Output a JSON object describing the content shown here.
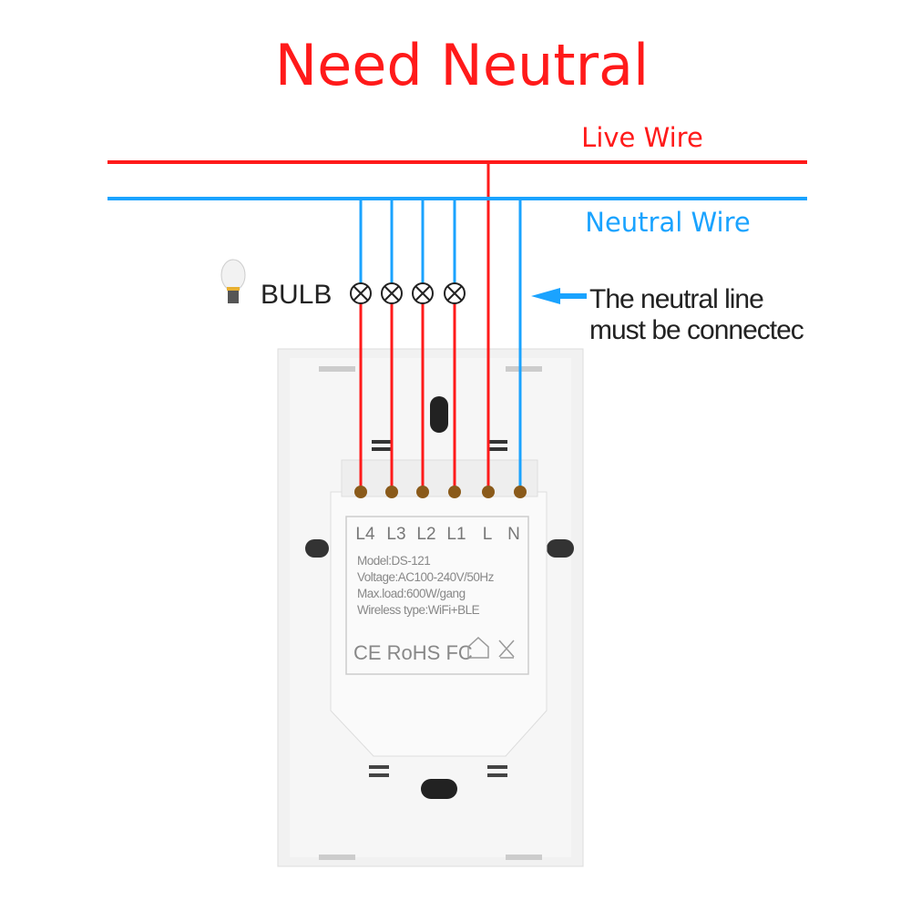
{
  "title": "Need Neutral",
  "wires": {
    "live": "Live Wire",
    "neutral": "Neutral Wire",
    "live_color": "#ff1a1a",
    "neutral_color": "#1aa3ff"
  },
  "bulb_label": "BULB",
  "note": {
    "line1": "The neutral line",
    "line2": "must be connectec"
  },
  "terminals": [
    "L4",
    "L3",
    "L2",
    "L1",
    "L",
    "N"
  ],
  "specs": [
    "Model:DS-121",
    "Voltage:AC100-240V/50Hz",
    "Max.load:600W/gang",
    "Wireless type:WiFi+BLE"
  ],
  "certifications": "CE RoHS FC"
}
